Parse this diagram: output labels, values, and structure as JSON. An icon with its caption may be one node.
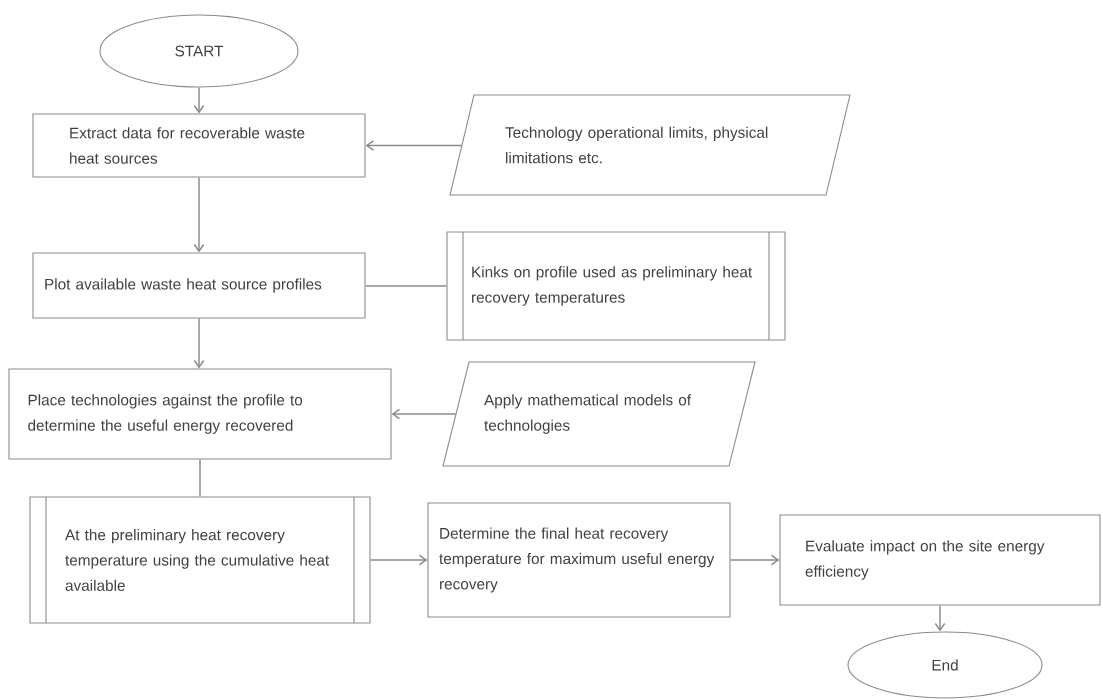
{
  "diagram": {
    "nodes": [
      {
        "text": [
          "START"
        ]
      },
      {
        "text": [
          "Extract data for recoverable waste heat sources"
        ]
      },
      {
        "text": [
          "Technology operational limits, physical limitations etc."
        ]
      },
      {
        "text": [
          "Plot available waste heat source profiles"
        ]
      },
      {
        "text": [
          "Kinks on profile used as preliminary heat recovery temperatures"
        ]
      },
      {
        "text": [
          "Place technologies against the profile to determine the useful energy recovered"
        ]
      },
      {
        "text": [
          "Apply mathematical models of technologies"
        ]
      },
      {
        "text": [
          "At the preliminary heat recovery temperature using the cumulative heat available"
        ]
      },
      {
        "text": [
          "Determine the final heat recovery temperature for maximum useful energy recovery"
        ]
      },
      {
        "text": [
          "Evaluate impact on the site energy efficiency"
        ]
      },
      {
        "text": [
          "End"
        ]
      }
    ],
    "edges": [
      {
        "from": 0,
        "to": 1,
        "arrow": "to"
      },
      {
        "from": 2,
        "to": 1,
        "arrow": "to"
      },
      {
        "from": 1,
        "to": 3,
        "arrow": "to"
      },
      {
        "from": 3,
        "to": 4,
        "arrow": "none"
      },
      {
        "from": 3,
        "to": 5,
        "arrow": "to"
      },
      {
        "from": 6,
        "to": 5,
        "arrow": "to"
      },
      {
        "from": 5,
        "to": 7,
        "arrow": "none"
      },
      {
        "from": 7,
        "to": 8,
        "arrow": "to"
      },
      {
        "from": 8,
        "to": 9,
        "arrow": "to"
      },
      {
        "from": 9,
        "to": 10,
        "arrow": "to"
      }
    ]
  }
}
